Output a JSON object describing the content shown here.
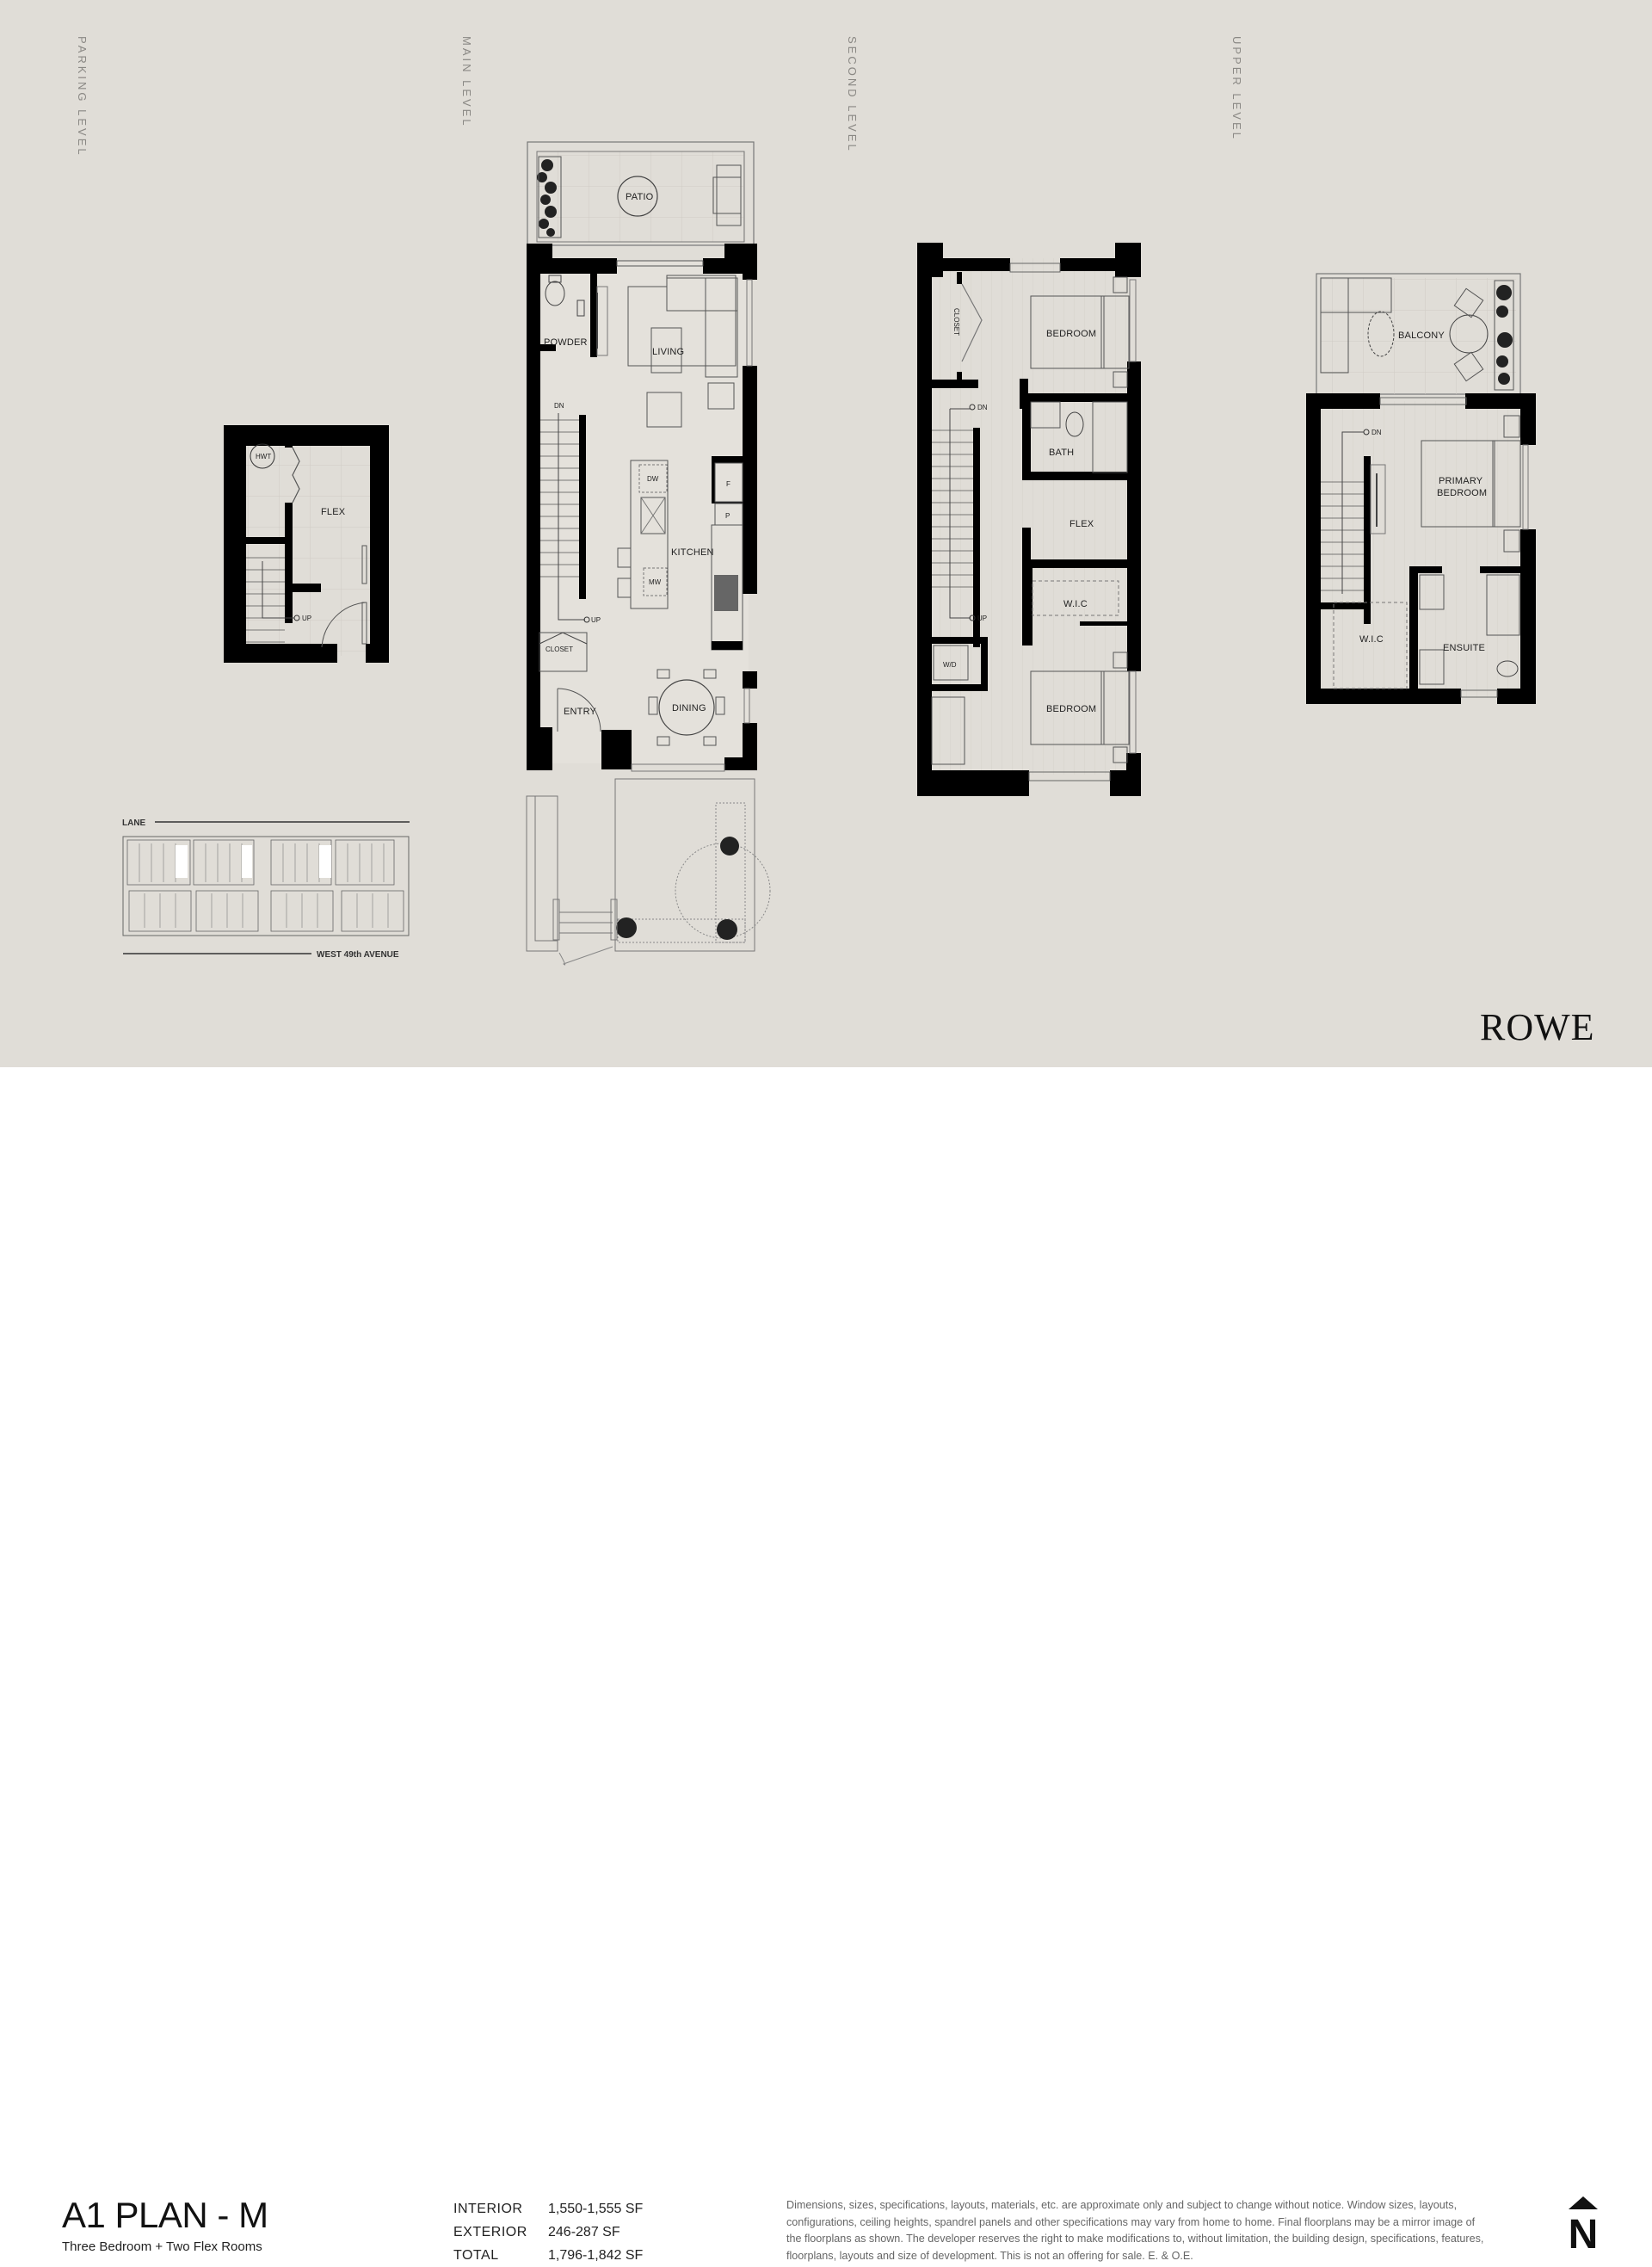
{
  "levels": {
    "parking": "PARKING LEVEL",
    "main": "MAIN LEVEL",
    "second": "SECOND LEVEL",
    "upper": "UPPER LEVEL"
  },
  "rooms": {
    "parking": {
      "hwt": "HWT",
      "flex": "FLEX",
      "up": "UP"
    },
    "main": {
      "patio": "PATIO",
      "powder": "POWDER",
      "living": "LIVING",
      "dn": "DN",
      "dw": "DW",
      "f": "F",
      "p": "P",
      "kitchen": "KITCHEN",
      "mw": "MW",
      "up": "UP",
      "closet": "CLOSET",
      "entry": "ENTRY",
      "dining": "DINING"
    },
    "second": {
      "closet": "CLOSET",
      "bedroom_1": "BEDROOM",
      "dn": "DN",
      "bath": "BATH",
      "flex": "FLEX",
      "wic": "W.I.C",
      "up": "UP",
      "wd": "W/D",
      "bedroom_2": "BEDROOM"
    },
    "upper": {
      "balcony": "BALCONY",
      "dn": "DN",
      "primary_bedroom_1": "PRIMARY",
      "primary_bedroom_2": "BEDROOM",
      "wic": "W.I.C",
      "ensuite": "ENSUITE"
    }
  },
  "key_plan": {
    "top_label": "LANE",
    "bottom_label": "WEST 49th AVENUE"
  },
  "brand": "ROWE",
  "footer": {
    "plan_title": "A1 PLAN - M",
    "plan_subtitle": "Three Bedroom + Two Flex Rooms",
    "areas": [
      {
        "label": "INTERIOR",
        "value": "1,550-1,555 SF"
      },
      {
        "label": "EXTERIOR",
        "value": "246-287 SF"
      },
      {
        "label": "TOTAL",
        "value": "1,796-1,842 SF"
      }
    ],
    "disclaimer": "Dimensions, sizes, specifications, layouts, materials, etc. are approximate only and subject to change without notice. Window sizes, layouts, configurations, ceiling heights, spandrel panels and other specifications may vary from home to home. Final floorplans may be a mirror image of the floorplans as shown. The developer reserves the right to make modifications to, without limitation, the building design, specifications, features, floorplans, layouts and size of development. This is not an offering for sale. E. & O.E.",
    "north_label": "N"
  },
  "colors": {
    "background": "#e0ddd7",
    "wall": "#000000",
    "line": "#555555",
    "footer_bg": "#ffffff"
  }
}
